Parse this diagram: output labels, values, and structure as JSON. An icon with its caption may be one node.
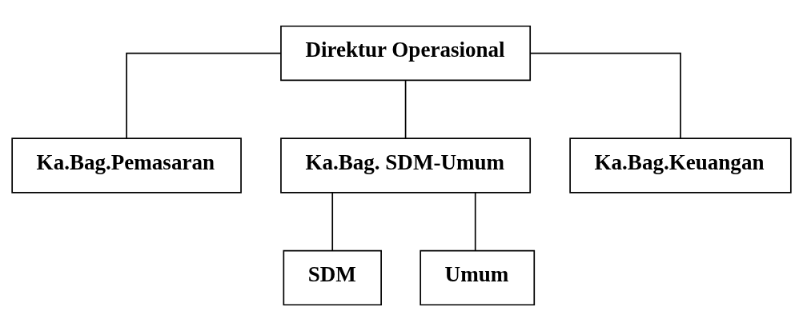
{
  "diagram": {
    "nodes": [
      {
        "text": [
          "Direktur Operasional"
        ]
      },
      {
        "text": [
          "Ka.Bag.Pemasaran"
        ]
      },
      {
        "text": [
          "Ka.Bag. SDM-Umum"
        ]
      },
      {
        "text": [
          "Ka.Bag.Keuangan"
        ]
      },
      {
        "text": [
          "SDM"
        ]
      },
      {
        "text": [
          "Umum"
        ]
      }
    ],
    "edges": [
      {
        "from": 0,
        "to": 1,
        "arrow": "none"
      },
      {
        "from": 0,
        "to": 2,
        "arrow": "none"
      },
      {
        "from": 0,
        "to": 3,
        "arrow": "none"
      },
      {
        "from": 2,
        "to": 4,
        "arrow": "none"
      },
      {
        "from": 2,
        "to": 5,
        "arrow": "none"
      }
    ]
  }
}
